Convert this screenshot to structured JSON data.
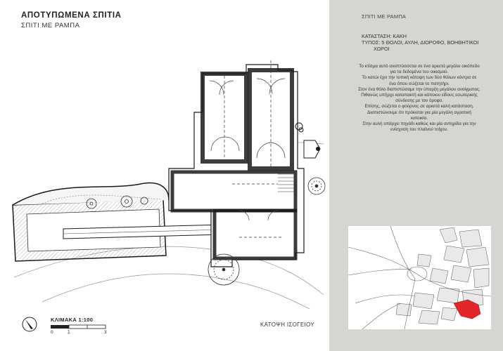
{
  "page": {
    "title": "ΑΠΟΤΥΠΩΜΕΝΑ ΣΠΙΤΙΑ",
    "subtitle": "ΣΠΙΤΙ ΜΕ ΡΑΜΠΑ",
    "plan_caption": "ΚΑΤΟΨΗ ΙΣΟΓΕΙΟΥ"
  },
  "scale": {
    "label": "ΚΛΙΜΑΚΑ 1:100",
    "ticks": [
      "0",
      "1",
      "3"
    ]
  },
  "info": {
    "title": "ΣΠΙΤΙ ΜΕ ΡΑΜΠΑ",
    "status": "ΚΑΤΑΣΤΑΣΗ: ΚΑΚΗ",
    "type_line1": "ΤΥΠΟΣ: 5 ΘΟΛΟΙ, ΑΥΛΗ, ΔΙΟΡΟΦΟ, ΒΟΗΘΗΤΙΚΟΙ",
    "type_line2": "ΧΩΡΟΙ",
    "description": [
      "Το κτίσμα αυτό αναπτύσσεται σε ένα αρκετά μεγάλο οικόπεδο",
      "για τα δεδομένα του οικισμού.",
      "Το κατώι έχει την τυπική κάτοψη των δύο θόλων κόντρα σε",
      "ένα όπου σώζεται το πατητήρι.",
      "Στον ένα θόλο διαπιστώσαμε την ύπαρξη μεγάλου ανοίγματος.",
      "Πιθανώς υπήρχε καταπακτή και κάποιου είδους εσωτερικής",
      "σύνδεσης με τον όροφο.",
      "Επίσης, σώζεται ο φούρνος σε αρκετά καλή κατάσταση.",
      "Διαπιστώνουμε ότι πρόκειται για μία μεγάλη αγροτική",
      "κατοικία.",
      "Στην αυλή υπάρχει πηγάδι καθώς και μία αντηρίδα για την",
      "ενίσχυση του πλαϊνού τοίχου."
    ]
  },
  "colors": {
    "panel_bg": "#d3d6d1",
    "wall": "#1a1a1a",
    "highlight": "#e0262b"
  }
}
